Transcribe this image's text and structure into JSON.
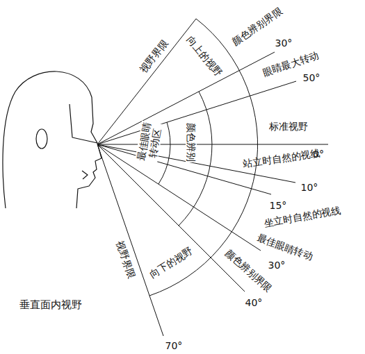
{
  "diagram": {
    "title": "垂直面内视野",
    "labels": [
      "视野界限",
      "颜色辨别界限",
      "30°",
      "向上的视野",
      "眼睛最大转动",
      "50°",
      "最佳眼睛转动区",
      "颜色辨别",
      "标准视野",
      "0°",
      "站立时自然的视线",
      "10°",
      "15°",
      "坐立时自然的视线",
      "最佳眼睛转动",
      "30°",
      "向下的视野",
      "颜色辨别界限",
      "40°",
      "视野界限",
      "70°"
    ]
  }
}
